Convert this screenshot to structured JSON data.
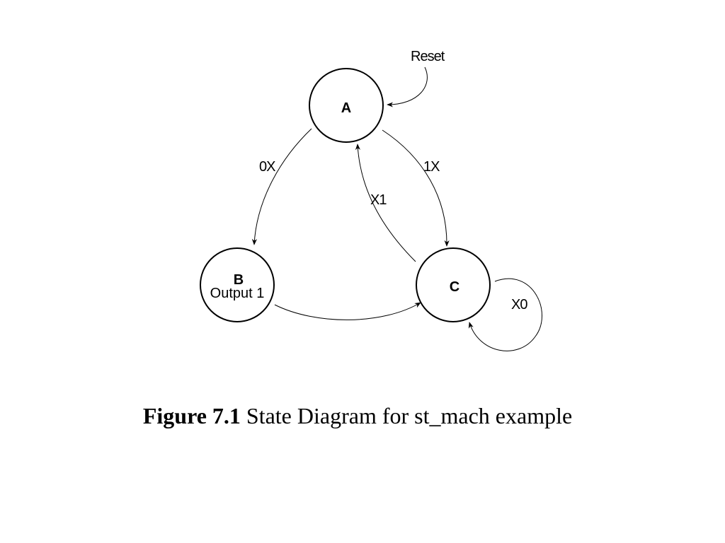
{
  "diagram": {
    "type": "state-machine",
    "states": {
      "a": {
        "name": "A",
        "output": ""
      },
      "b": {
        "name": "B",
        "output": "Output 1"
      },
      "c": {
        "name": "C",
        "output": ""
      }
    },
    "reset_label": "Reset",
    "transitions": [
      {
        "from": "A",
        "to": "B",
        "label": "0X"
      },
      {
        "from": "A",
        "to": "C",
        "label": "1X"
      },
      {
        "from": "C",
        "to": "A",
        "label": "X1"
      },
      {
        "from": "B",
        "to": "C",
        "label": ""
      },
      {
        "from": "C",
        "to": "C",
        "label": "X0"
      }
    ]
  },
  "caption": {
    "number": "Figure 7.1",
    "text": "State Diagram for st_mach example"
  }
}
